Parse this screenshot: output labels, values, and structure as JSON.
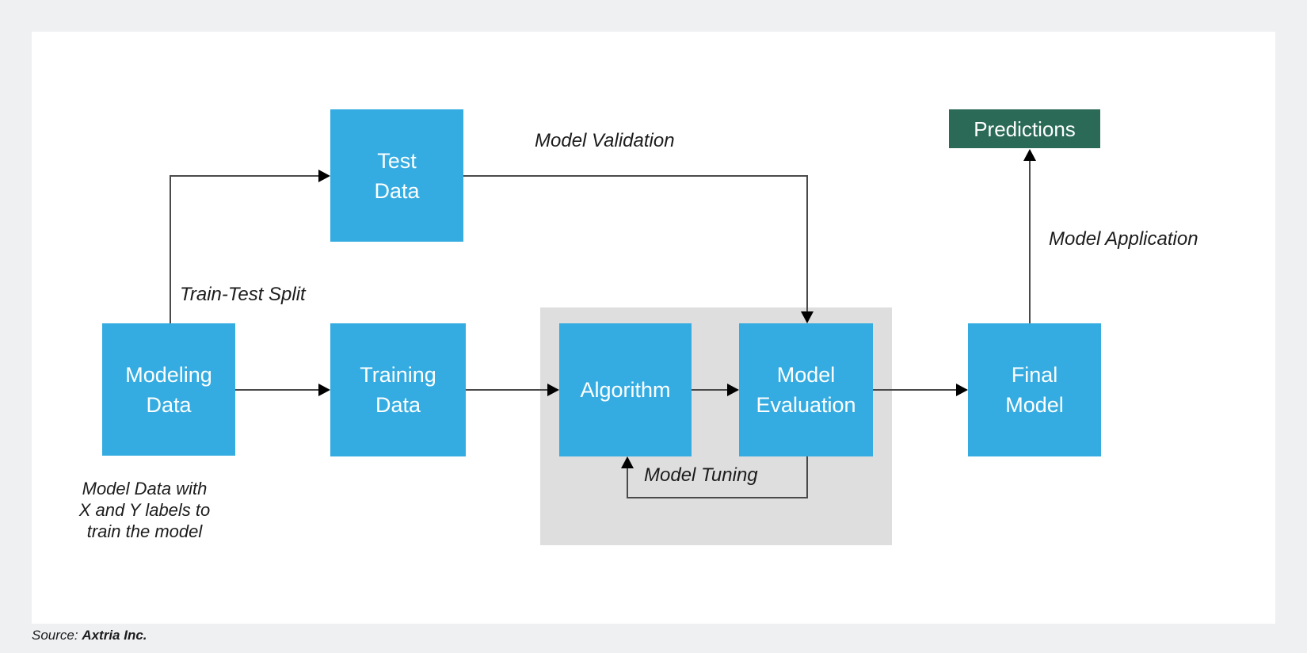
{
  "diagram": {
    "nodes": {
      "test_data": {
        "label": "Test\nData"
      },
      "modeling_data": {
        "label": "Modeling\nData"
      },
      "training_data": {
        "label": "Training\nData"
      },
      "algorithm": {
        "label": "Algorithm"
      },
      "model_evaluation": {
        "label": "Model\nEvaluation"
      },
      "final_model": {
        "label": "Final\nModel"
      },
      "predictions": {
        "label": "Predictions"
      }
    },
    "edge_labels": {
      "train_test_split": "Train-Test Split",
      "model_validation": "Model Validation",
      "model_tuning": "Model Tuning",
      "model_application": "Model Application"
    },
    "caption": "Model Data with\nX and Y labels to\ntrain the model",
    "colors": {
      "node_blue": "#35ACE1",
      "node_green": "#2A6A56",
      "tuning_region_gray": "#DEDEDE",
      "connector": "#4A4A4A",
      "page_background": "#EFF0F2",
      "canvas_background": "#FFFFFF"
    }
  },
  "footer": {
    "source_prefix": "Source: ",
    "source_name": "Axtria Inc."
  }
}
